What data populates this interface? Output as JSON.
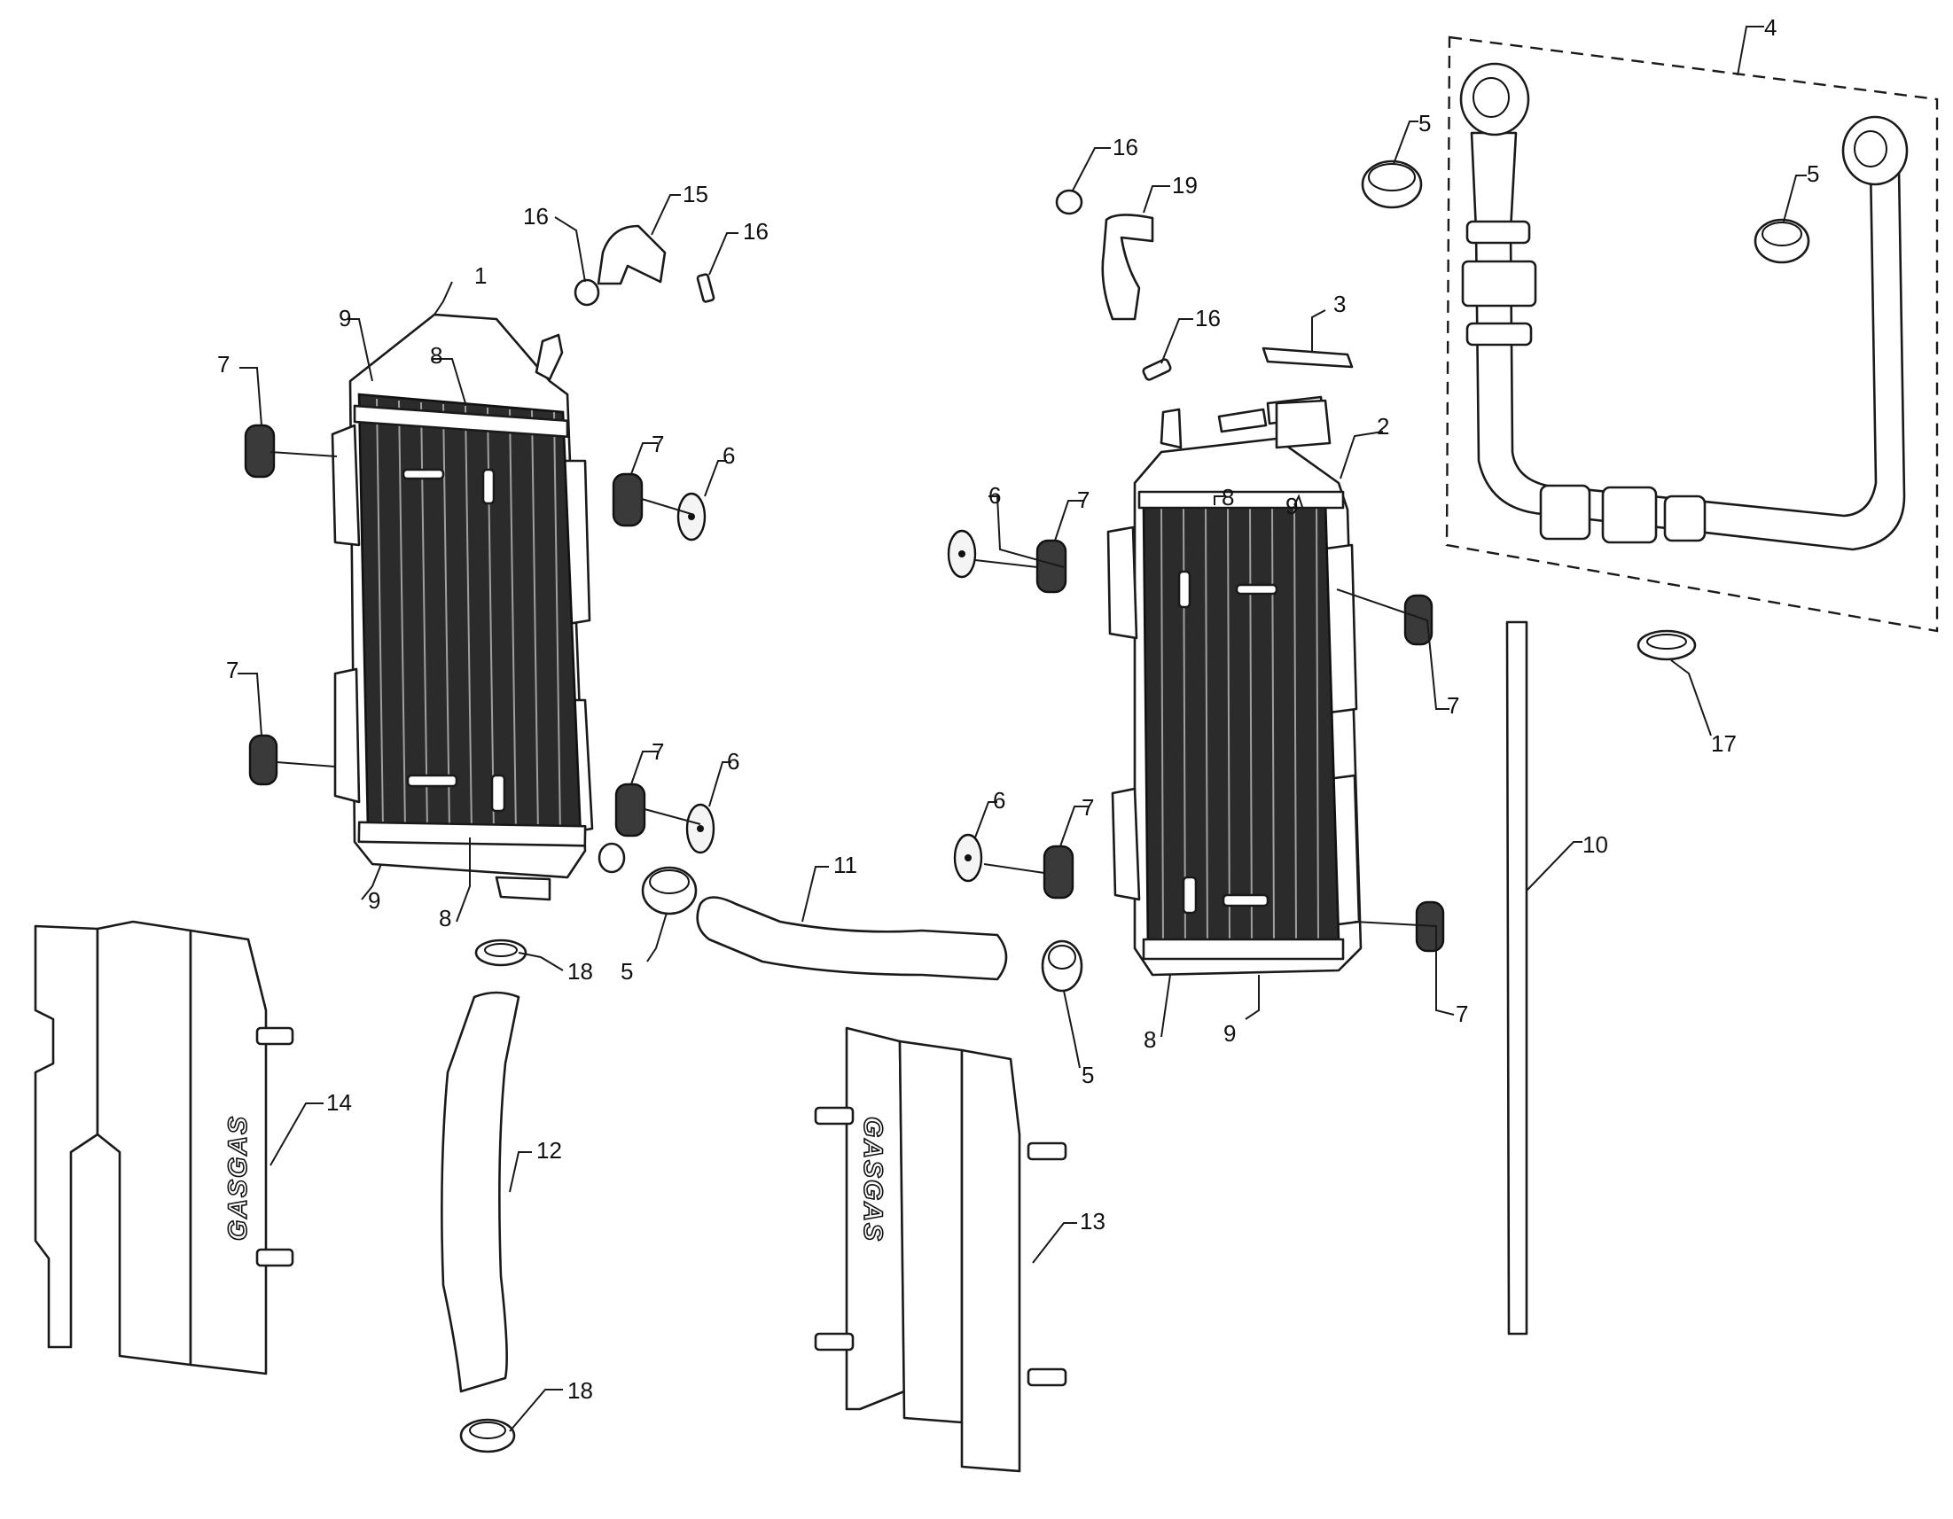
{
  "callouts": [
    {
      "id": "c1",
      "text": "1"
    },
    {
      "id": "c2",
      "text": "2"
    },
    {
      "id": "c3",
      "text": "3"
    },
    {
      "id": "c4",
      "text": "4"
    },
    {
      "id": "c5a",
      "text": "5"
    },
    {
      "id": "c5b",
      "text": "5"
    },
    {
      "id": "c5c",
      "text": "5"
    },
    {
      "id": "c5d",
      "text": "5"
    },
    {
      "id": "c6a",
      "text": "6"
    },
    {
      "id": "c6b",
      "text": "6"
    },
    {
      "id": "c6c",
      "text": "6"
    },
    {
      "id": "c6d",
      "text": "6"
    },
    {
      "id": "c7a",
      "text": "7"
    },
    {
      "id": "c7b",
      "text": "7"
    },
    {
      "id": "c7c",
      "text": "7"
    },
    {
      "id": "c7d",
      "text": "7"
    },
    {
      "id": "c7e",
      "text": "7"
    },
    {
      "id": "c7f",
      "text": "7"
    },
    {
      "id": "c7g",
      "text": "7"
    },
    {
      "id": "c7h",
      "text": "7"
    },
    {
      "id": "c8a",
      "text": "8"
    },
    {
      "id": "c8b",
      "text": "8"
    },
    {
      "id": "c8c",
      "text": "8"
    },
    {
      "id": "c8d",
      "text": "8"
    },
    {
      "id": "c9a",
      "text": "9"
    },
    {
      "id": "c9b",
      "text": "9"
    },
    {
      "id": "c9c",
      "text": "9"
    },
    {
      "id": "c9d",
      "text": "9"
    },
    {
      "id": "c10",
      "text": "10"
    },
    {
      "id": "c11",
      "text": "11"
    },
    {
      "id": "c12",
      "text": "12"
    },
    {
      "id": "c13",
      "text": "13"
    },
    {
      "id": "c14",
      "text": "14"
    },
    {
      "id": "c15",
      "text": "15"
    },
    {
      "id": "c16a",
      "text": "16"
    },
    {
      "id": "c16b",
      "text": "16"
    },
    {
      "id": "c16c",
      "text": "16"
    },
    {
      "id": "c16d",
      "text": "16"
    },
    {
      "id": "c17",
      "text": "17"
    },
    {
      "id": "c18a",
      "text": "18"
    },
    {
      "id": "c18b",
      "text": "18"
    },
    {
      "id": "c19",
      "text": "19"
    }
  ],
  "logos": {
    "left_guard": "GASGAS",
    "right_guard": "GASGAS"
  },
  "colors": {
    "line": "#1a1a1a",
    "core": "#2b2b2b",
    "background": "#ffffff"
  }
}
